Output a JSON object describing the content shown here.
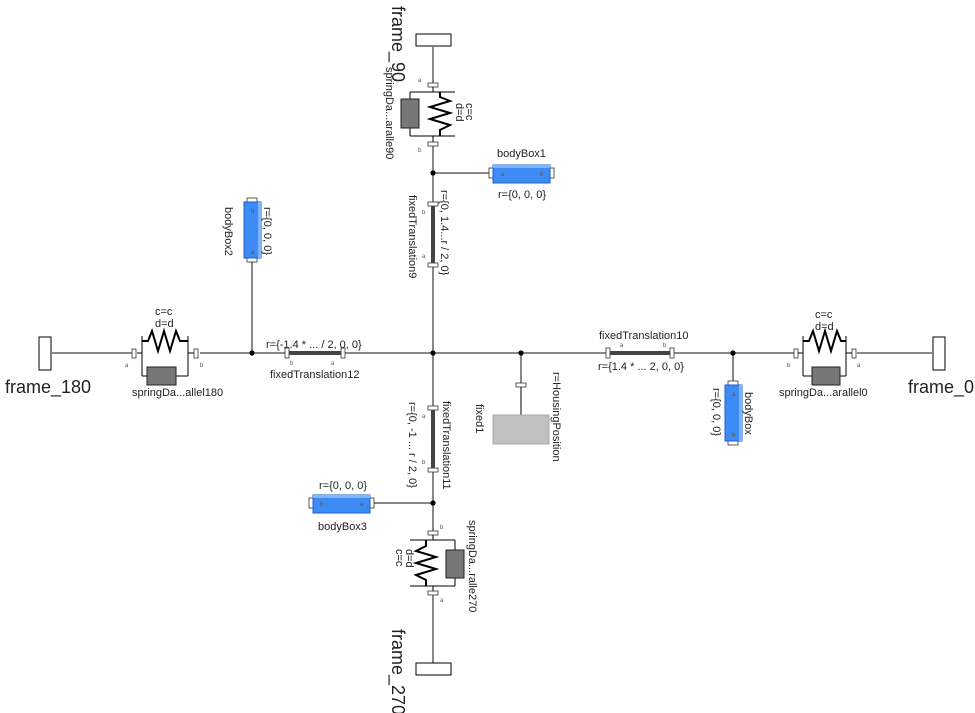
{
  "frames": {
    "frame_0": "frame_0",
    "frame_90": "frame_90",
    "frame_180": "frame_180",
    "frame_270": "frame_270"
  },
  "springs": {
    "s0": {
      "name": "springDa...arallel0",
      "c": "c=c",
      "d": "d=d"
    },
    "s90": {
      "name": "springDa...aralle90",
      "c": "c=c",
      "d": "d=d"
    },
    "s180": {
      "name": "springDa...allel180",
      "c": "c=c",
      "d": "d=d"
    },
    "s270": {
      "name": "springDa...ralle270",
      "c": "c=c",
      "d": "d=d"
    }
  },
  "bodies": {
    "bodyBox": {
      "name": "bodyBox",
      "r": "r={0, 0, 0}"
    },
    "bodyBox1": {
      "name": "bodyBox1",
      "r": "r={0, 0, 0}"
    },
    "bodyBox2": {
      "name": "bodyBox2",
      "r": "r={0, 0, 0}"
    },
    "bodyBox3": {
      "name": "bodyBox3",
      "r": "r={0, 0, 0}"
    }
  },
  "translations": {
    "t9": {
      "name": "fixedTranslation9",
      "r": "r={0, 1.4...r / 2, 0}"
    },
    "t10": {
      "name": "fixedTranslation10",
      "r": "r={1.4 * ... 2, 0, 0}"
    },
    "t11": {
      "name": "fixedTranslation11",
      "r": "r={0, -1 ... r / 2, 0}"
    },
    "t12": {
      "name": "fixedTranslation12",
      "r": "r={-1.4 * ... / 2, 0, 0}"
    }
  },
  "fixed": {
    "name": "fixed1",
    "r": "r=HousingPosition"
  },
  "ports": {
    "a": "a",
    "b": "b"
  }
}
